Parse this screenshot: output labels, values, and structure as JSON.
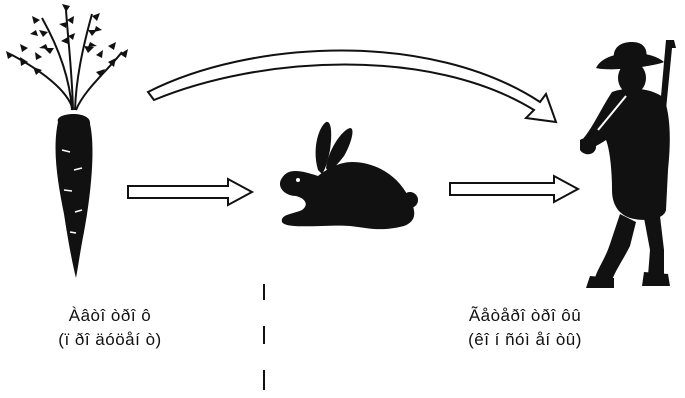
{
  "left_label": {
    "line1": "Àâòî òðî ô",
    "line2": "(ï ðî äóöåí ò)"
  },
  "right_label": {
    "line1": "Ãåòåðî òðî ôû",
    "line2": "(êî í ñóì åí òû)"
  },
  "figures": [
    "carrot-icon",
    "rabbit-icon",
    "hunter-icon"
  ],
  "arrows": [
    "carrot-to-rabbit",
    "rabbit-to-hunter",
    "carrot-to-hunter"
  ],
  "colors": {
    "ink": "#111111",
    "background": "#ffffff"
  }
}
